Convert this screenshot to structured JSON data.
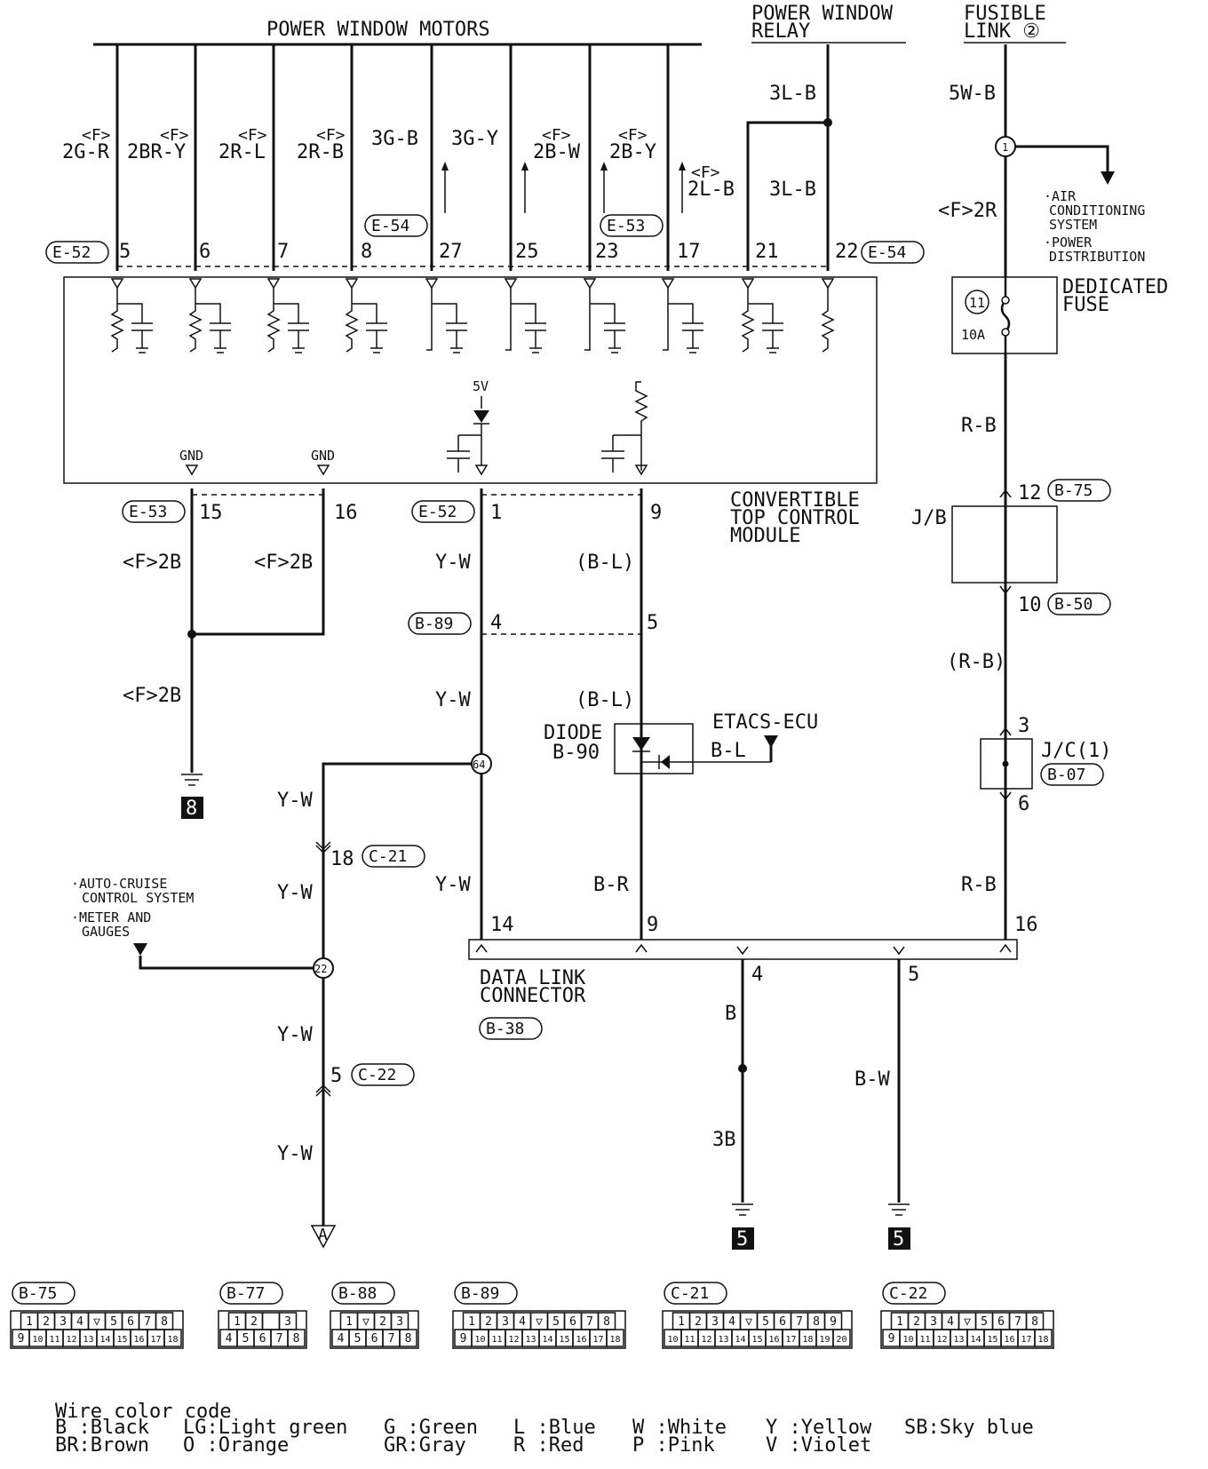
{
  "titles": {
    "power_window_motors": "POWER WINDOW MOTORS",
    "power_window_relay_1": "POWER WINDOW",
    "power_window_relay_2": "RELAY",
    "fusible_link_1": "FUSIBLE",
    "fusible_link_2": "LINK ②"
  },
  "motor_wires": [
    {
      "prefix": "<F>",
      "color": "2G-R",
      "pin": "5"
    },
    {
      "prefix": "<F>",
      "color": "2BR-Y",
      "pin": "6"
    },
    {
      "prefix": "<F>",
      "color": "2R-L",
      "pin": "7"
    },
    {
      "prefix": "<F>",
      "color": "2R-B",
      "pin": "8"
    },
    {
      "prefix": "",
      "color": "3G-B",
      "pin": "27"
    },
    {
      "prefix": "",
      "color": "3G-Y",
      "pin": "25"
    },
    {
      "prefix": "<F>",
      "color": "2B-W",
      "pin": "23"
    },
    {
      "prefix": "<F>",
      "color": "2B-Y",
      "pin": "17"
    },
    {
      "prefix": "<F>",
      "color": "2L-B",
      "pin": ""
    }
  ],
  "relay": {
    "wire_top": "3L-B",
    "wire_bottom": "3L-B",
    "pin_a": "21",
    "pin_b": "22"
  },
  "connectors": {
    "e52": "E-52",
    "e54": "E-54",
    "e53": "E-53",
    "b75": "B-75",
    "b50": "B-50",
    "b07": "B-07",
    "b89": "B-89",
    "c21": "C-21",
    "c22": "C-22",
    "b38": "B-38",
    "b77": "B-77",
    "b88": "B-88"
  },
  "fuse_side": {
    "wire_5wb": "5W-B",
    "splice_1": "1",
    "wire_f2r": "<F>2R",
    "note_1a": "·AIR",
    "note_1b": "CONDITIONING",
    "note_1c": "SYSTEM",
    "note_2a": "·POWER",
    "note_2b": "DISTRIBUTION",
    "fuse_title_1": "DEDICATED",
    "fuse_title_2": "FUSE",
    "fuse_no": "11",
    "fuse_amp": "10A",
    "wire_rb1": "R-B",
    "pin_12": "12",
    "jb_label": "J/B",
    "pin_10": "10",
    "wire_rb2": "(R-B)",
    "pin_3": "3",
    "jc_label": "J/C(1)",
    "pin_6": "6",
    "wire_rb3": "R-B",
    "pin_16": "16"
  },
  "module": {
    "name_1": "CONVERTIBLE",
    "name_2": "TOP CONTROL",
    "name_3": "MODULE",
    "gnd": "GND",
    "v5": "5V",
    "pin_15": "15",
    "pin_16": "16",
    "pin_1": "1",
    "pin_9": "9"
  },
  "ground_side": {
    "wire_a": "<F>2B",
    "wire_b": "<F>2B",
    "wire_c": "<F>2B",
    "ground_no": "8"
  },
  "center": {
    "wire_yw1": "Y-W",
    "wire_bl1": "(B-L)",
    "pin_4": "4",
    "pin_5": "5",
    "wire_yw2": "Y-W",
    "wire_bl2": "(B-L)",
    "diode_1": "DIODE",
    "diode_2": "B-90",
    "etacs": "ETACS-ECU",
    "wire_bl3": "B-L",
    "splice_64": "64",
    "wire_yw3": "Y-W",
    "wire_br": "B-R",
    "pin_14": "14",
    "pin_9": "9"
  },
  "left_branch": {
    "wire_yw1": "Y-W",
    "pin_18": "18",
    "wire_yw2": "Y-W",
    "note_1a": "·AUTO-CRUISE",
    "note_1b": "CONTROL SYSTEM",
    "note_2a": "·METER AND",
    "note_2b": "GAUGES",
    "splice_22": "22",
    "wire_yw3": "Y-W",
    "pin_5": "5",
    "wire_yw4": "Y-W",
    "terminal": "A"
  },
  "dlc": {
    "name_1": "DATA LINK",
    "name_2": "CONNECTOR",
    "pin_4": "4",
    "pin_5": "5",
    "wire_b": "B",
    "wire_3b": "3B",
    "wire_bw": "B-W",
    "ground_no": "5"
  },
  "connector_faces": [
    {
      "id": "B-75",
      "row1": [
        "1",
        "2",
        "3",
        "4",
        "▽",
        "5",
        "6",
        "7",
        "8"
      ],
      "row2": [
        "9",
        "10",
        "11",
        "12",
        "13",
        "14",
        "15",
        "16",
        "17",
        "18"
      ]
    },
    {
      "id": "B-77",
      "row1": [
        "1",
        "2",
        "",
        "3"
      ],
      "row2": [
        "4",
        "5",
        "6",
        "7",
        "8"
      ]
    },
    {
      "id": "B-88",
      "row1": [
        "1",
        "▽",
        "2",
        "3"
      ],
      "row2": [
        "4",
        "5",
        "6",
        "7",
        "8"
      ]
    },
    {
      "id": "B-89",
      "row1": [
        "1",
        "2",
        "3",
        "4",
        "▽",
        "5",
        "6",
        "7",
        "8"
      ],
      "row2": [
        "9",
        "10",
        "11",
        "12",
        "13",
        "14",
        "15",
        "16",
        "17",
        "18"
      ]
    },
    {
      "id": "C-21",
      "row1": [
        "1",
        "2",
        "3",
        "4",
        "▽",
        "5",
        "6",
        "7",
        "8",
        "9"
      ],
      "row2": [
        "10",
        "11",
        "12",
        "13",
        "14",
        "15",
        "16",
        "17",
        "18",
        "19",
        "20"
      ]
    },
    {
      "id": "C-22",
      "row1": [
        "1",
        "2",
        "3",
        "4",
        "▽",
        "5",
        "6",
        "7",
        "8"
      ],
      "row2": [
        "9",
        "10",
        "11",
        "12",
        "13",
        "14",
        "15",
        "16",
        "17",
        "18"
      ]
    }
  ],
  "legend": {
    "title": "Wire color code",
    "items": [
      "B :Black",
      "BR:Brown",
      "LG:Light green",
      "O :Orange",
      "G :Green",
      "GR:Gray",
      "L :Blue",
      "R :Red",
      "W :White",
      "P :Pink",
      "Y :Yellow",
      "V :Violet",
      "SB:Sky blue"
    ]
  }
}
